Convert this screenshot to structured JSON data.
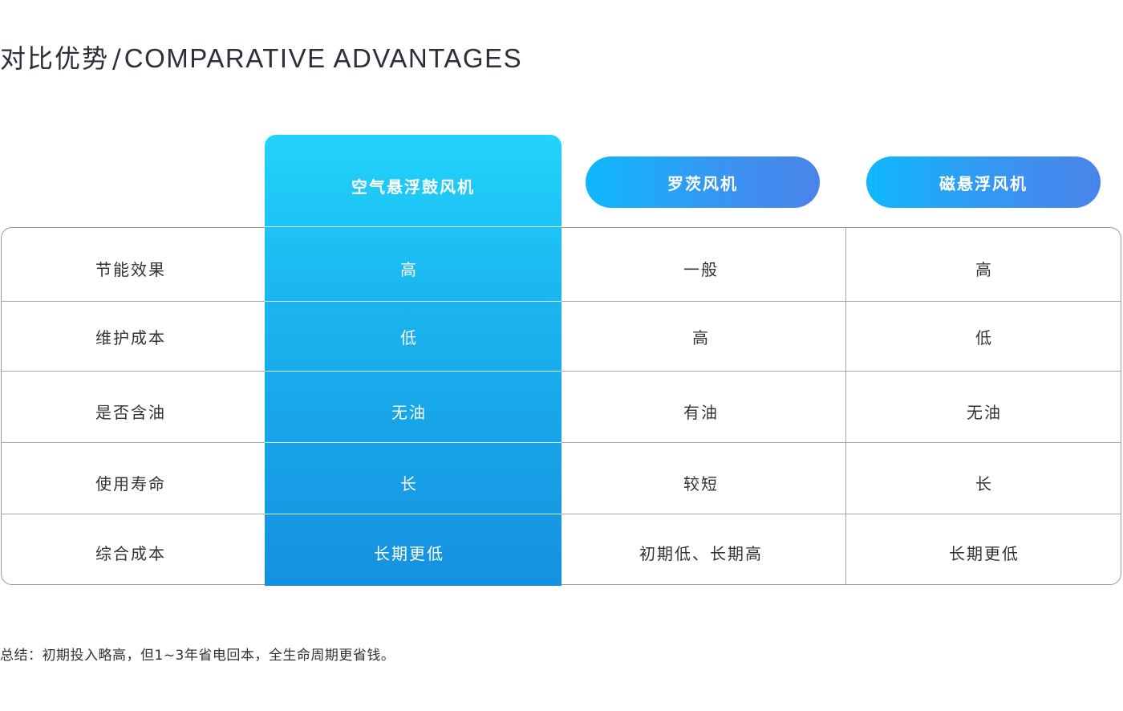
{
  "title": {
    "cn": "对比优势",
    "separator": "/",
    "en": "COMPARATIVE ADVANTAGES"
  },
  "columns": [
    {
      "label": "空气悬浮鼓风机",
      "highlight": true
    },
    {
      "label": "罗茨风机",
      "highlight": false
    },
    {
      "label": "磁悬浮风机",
      "highlight": false
    }
  ],
  "rows": [
    {
      "label": "节能效果",
      "values": [
        "高",
        "一般",
        "高"
      ]
    },
    {
      "label": "维护成本",
      "values": [
        "低",
        "高",
        "低"
      ]
    },
    {
      "label": "是否含油",
      "values": [
        "无油",
        "有油",
        "无油"
      ]
    },
    {
      "label": "使用寿命",
      "values": [
        "长",
        "较短",
        "长"
      ]
    },
    {
      "label": "综合成本",
      "values": [
        "长期更低",
        "初期低、长期高",
        "长期更低"
      ]
    }
  ],
  "summary": "总结：初期投入略高，但1~3年省电回本，全生命周期更省钱。",
  "colors": {
    "highlight_top": "#22d3fa",
    "highlight_bottom": "#1590e0",
    "pill_start": "#0fb8fb",
    "pill_end": "#4a84ea",
    "text": "#333333",
    "border": "#9a9a9a"
  }
}
